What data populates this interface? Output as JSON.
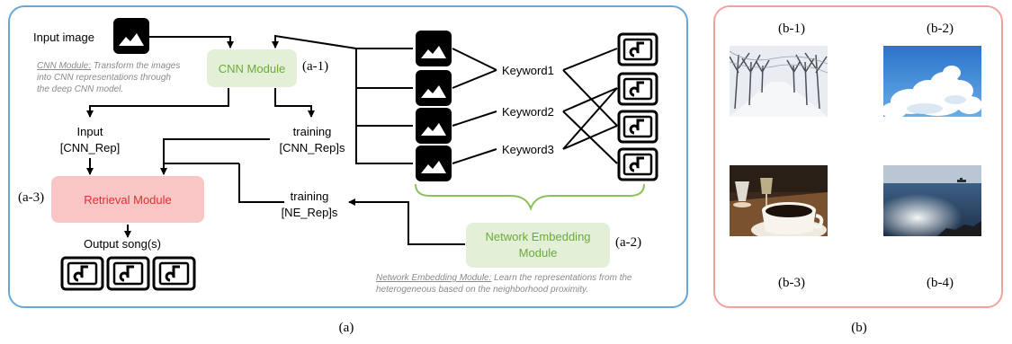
{
  "panel_a": {
    "input_image_label": "Input image",
    "cnn_module_label": "CNN Module",
    "cnn_module_tag": "(a-1)",
    "cnn_note_title": "CNN Module:",
    "cnn_note_body_1": " Transform the images",
    "cnn_note_body_2": "into CNN representations through",
    "cnn_note_body_3": "the deep CNN model.",
    "input_label_1": "Input",
    "input_label_2": "[CNN_Rep]",
    "training_cnn_1": "training",
    "training_cnn_2": "[CNN_Rep]s",
    "retrieval_module_label": "Retrieval Module",
    "retrieval_module_tag": "(a-3)",
    "training_ne_1": "training",
    "training_ne_2": "[NE_Rep]s",
    "output_label": "Output song(s)",
    "ne_module_label_1": "Network Embedding",
    "ne_module_label_2": "Module",
    "ne_module_tag": "(a-2)",
    "ne_note_title": "Network Embedding Module:",
    "ne_note_body_1": " Learn the representations from the",
    "ne_note_body_2": "heterogeneous based on the neighborhood proximity.",
    "keywords": [
      "Keyword1",
      "Keyword2",
      "Keyword3"
    ],
    "caption": "(a)"
  },
  "panel_b": {
    "labels": [
      "(b-1)",
      "(b-2)",
      "(b-3)",
      "(b-4)"
    ],
    "photos": [
      "snowy tree-lined road",
      "blue sky with clouds",
      "coffee cup and drinks",
      "sparkling sea with ship"
    ],
    "caption": "(b)"
  },
  "icons": {
    "image": "image-icon",
    "music": "music-note-icon"
  },
  "colors": {
    "panel_a_border": "#6aa6d6",
    "panel_b_border": "#f1a2a0",
    "module_green_bg": "#e4efd8",
    "module_green_text": "#6aab3c",
    "retrieval_bg": "#f9c5c5",
    "retrieval_text": "#e03030",
    "bracket": "#8cc15a"
  }
}
